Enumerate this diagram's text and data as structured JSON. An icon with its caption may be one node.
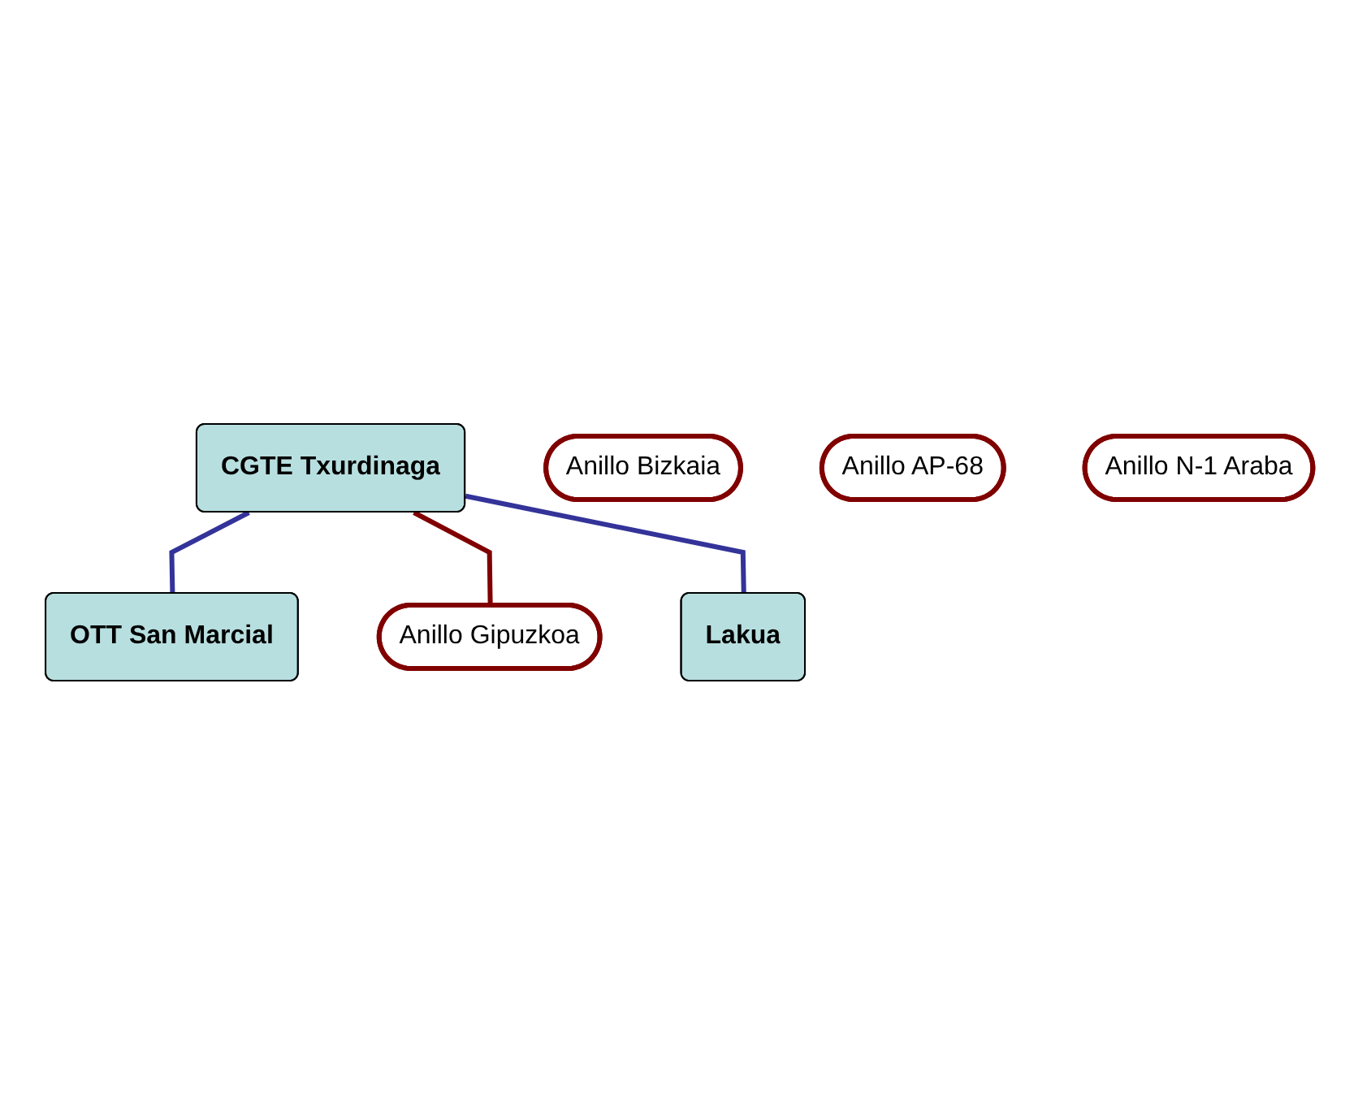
{
  "diagram": {
    "nodes": [
      {
        "text": [
          "CGTE Txurdinaga"
        ]
      },
      {
        "text": [
          "Anillo Bizkaia"
        ]
      },
      {
        "text": [
          "OTT San Marcial"
        ]
      },
      {
        "text": [
          "Anillo Gipuzkoa"
        ]
      },
      {
        "text": [
          "Anillo AP-68"
        ]
      },
      {
        "text": [
          "Lakua"
        ]
      },
      {
        "text": [
          "Anillo N-1 Araba"
        ]
      }
    ],
    "edges": [
      {
        "from": 0,
        "to": 2,
        "arrow": "none"
      },
      {
        "from": 0,
        "to": 3,
        "arrow": "none",
        "color": "#800000"
      },
      {
        "from": 0,
        "to": 5,
        "arrow": "none"
      }
    ]
  }
}
